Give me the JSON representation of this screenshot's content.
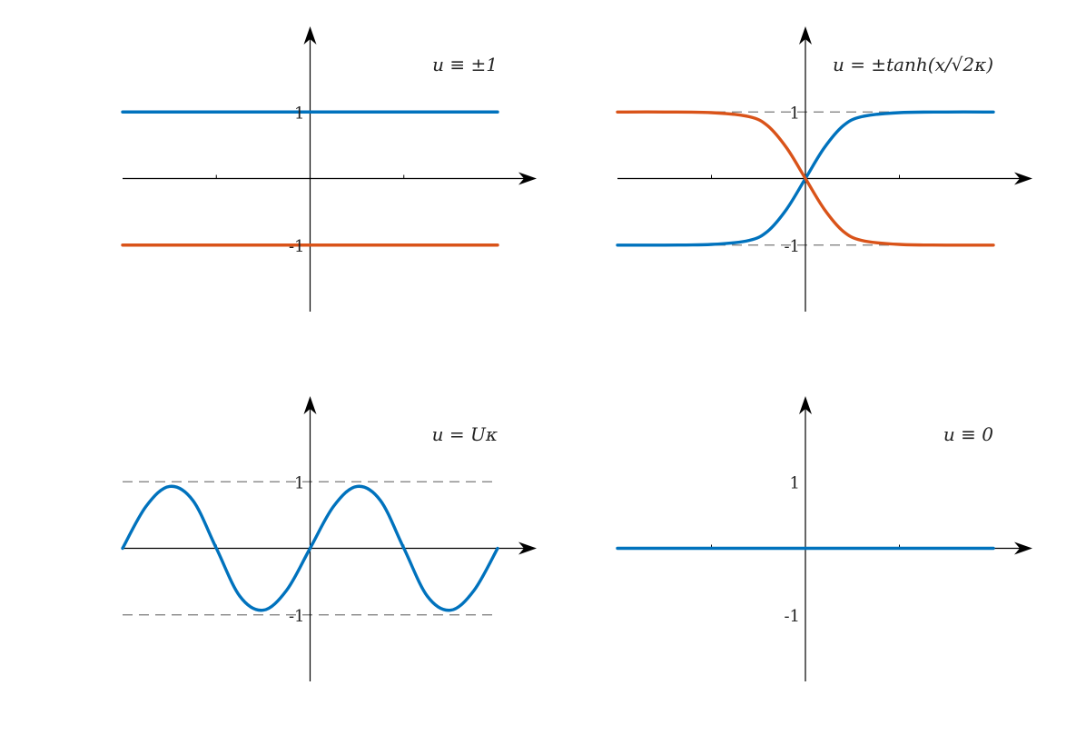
{
  "chart_data": [
    {
      "type": "line",
      "title": "u ≡ ±1",
      "xlim": [
        -2,
        2
      ],
      "ylim": [
        -2,
        2
      ],
      "yticks": [
        1,
        -1
      ],
      "ytick_labels": [
        "1",
        "-1"
      ],
      "dashed_levels": [],
      "series": [
        {
          "color": "#0072BD",
          "x": [
            -2,
            2
          ],
          "y": [
            1,
            1
          ]
        },
        {
          "color": "#D95319",
          "x": [
            -2,
            2
          ],
          "y": [
            -1,
            -1
          ]
        }
      ]
    },
    {
      "type": "line",
      "title": "u = ±tanh(x/√2κ)",
      "xlim": [
        -2,
        2
      ],
      "ylim": [
        -2,
        2
      ],
      "yticks": [
        1,
        -1
      ],
      "ytick_labels": [
        "1",
        "-1"
      ],
      "dashed_levels": [
        1,
        -1
      ],
      "series": [
        {
          "color": "#0072BD",
          "x": [
            -2,
            -1.5,
            -1,
            -0.6,
            -0.4,
            -0.2,
            0,
            0.2,
            0.4,
            0.6,
            1,
            1.5,
            2
          ],
          "y": [
            -1,
            -1,
            -0.99,
            -0.93,
            -0.79,
            -0.46,
            0,
            0.46,
            0.79,
            0.93,
            0.99,
            1,
            1
          ]
        },
        {
          "color": "#D95319",
          "x": [
            -2,
            -1.5,
            -1,
            -0.6,
            -0.4,
            -0.2,
            0,
            0.2,
            0.4,
            0.6,
            1,
            1.5,
            2
          ],
          "y": [
            1,
            1,
            0.99,
            0.93,
            0.79,
            0.46,
            0,
            -0.46,
            -0.79,
            -0.93,
            -0.99,
            -1,
            -1
          ]
        }
      ]
    },
    {
      "type": "line",
      "title": "u = Uκ",
      "xlim": [
        -2,
        2
      ],
      "ylim": [
        -2,
        2
      ],
      "yticks": [
        1,
        -1
      ],
      "ytick_labels": [
        "1",
        "-1"
      ],
      "dashed_levels": [
        1,
        -1
      ],
      "series": [
        {
          "color": "#0072BD",
          "x": [
            -2,
            -1.75,
            -1.5,
            -1.25,
            -1,
            -0.75,
            -0.5,
            -0.25,
            0,
            0.25,
            0.5,
            0.75,
            1,
            1.25,
            1.5,
            1.75,
            2
          ],
          "y": [
            0,
            0.63,
            0.93,
            0.72,
            0,
            -0.72,
            -0.93,
            -0.63,
            0,
            0.63,
            0.93,
            0.72,
            0,
            -0.72,
            -0.93,
            -0.63,
            0
          ]
        }
      ]
    },
    {
      "type": "line",
      "title": "u ≡ 0",
      "xlim": [
        -2,
        2
      ],
      "ylim": [
        -2,
        2
      ],
      "yticks": [
        1,
        -1
      ],
      "ytick_labels": [
        "1",
        "-1"
      ],
      "dashed_levels": [],
      "series": [
        {
          "color": "#0072BD",
          "x": [
            -2,
            2
          ],
          "y": [
            0,
            0
          ]
        }
      ]
    }
  ]
}
